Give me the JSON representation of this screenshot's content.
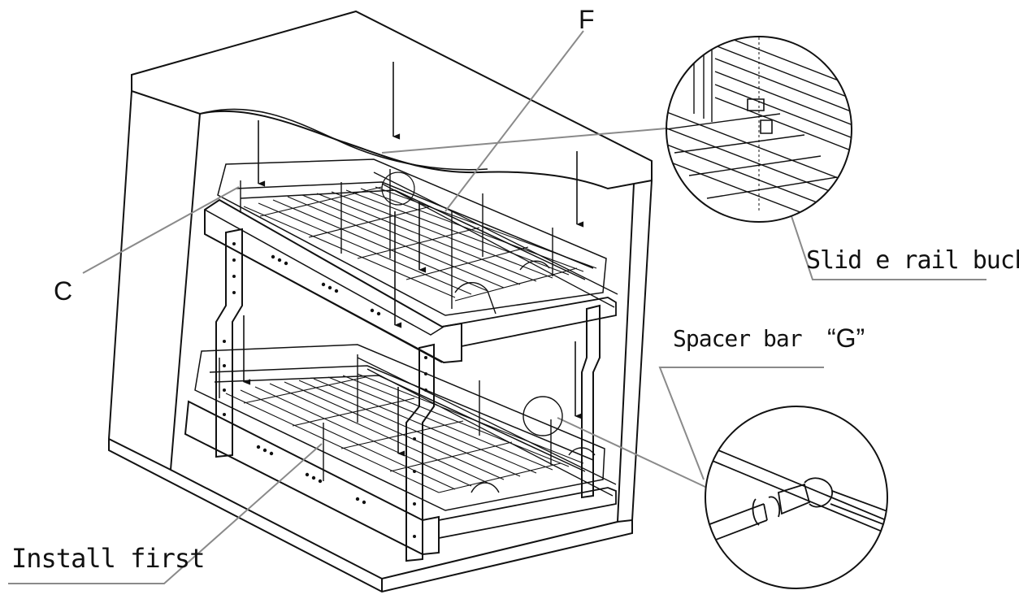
{
  "labels": {
    "c": "C",
    "f": "F",
    "slide_rail_buckle": "Slid e rail buckle",
    "spacer_bar": "Spacer bar",
    "spacer_bar_letter": "“G”",
    "install_first": "Install first"
  },
  "colors": {
    "line": "#111111",
    "leader": "#8a8a8a",
    "background": "#ffffff"
  },
  "icons": [
    "down-arrow-icon"
  ]
}
